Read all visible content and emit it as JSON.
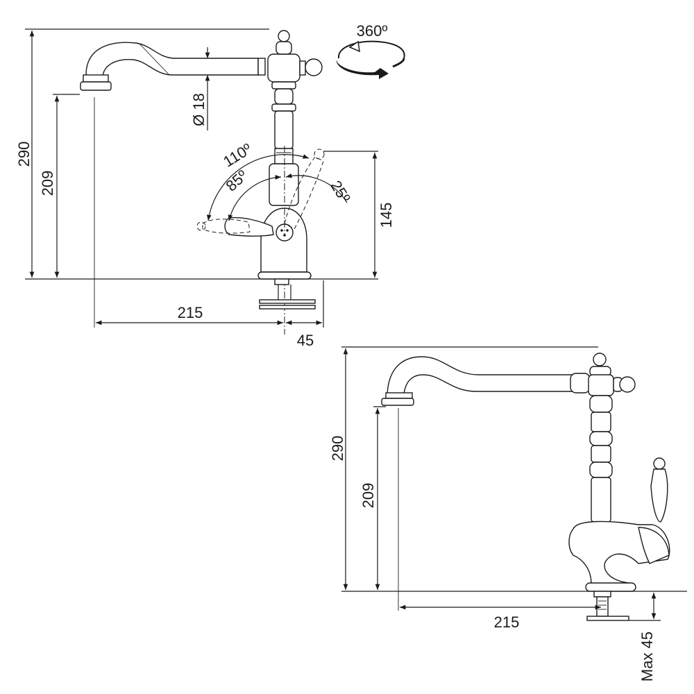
{
  "top_view": {
    "rotation_label": "360º",
    "height_total": "290",
    "height_spout": "209",
    "spout_diameter": "Ø 18",
    "angle_110": "110º",
    "angle_85": "85º",
    "angle_25": "25º",
    "height_lever": "145",
    "reach": "215",
    "offset": "45"
  },
  "side_view": {
    "height_total": "290",
    "height_spout": "209",
    "reach": "215",
    "max_depth": "Max 45"
  }
}
